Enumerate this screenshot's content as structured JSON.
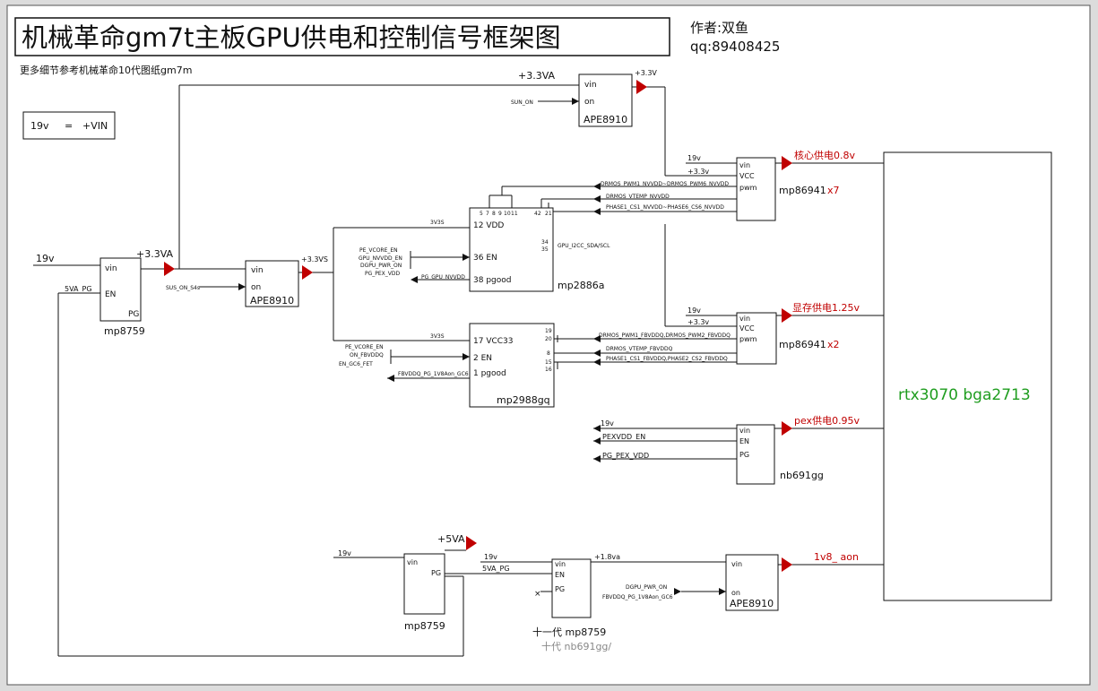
{
  "title": "机械革命gm7t主板GPU供电和控制信号框架图",
  "subtitle": "更多细节参考机械革命10代图纸gm7m",
  "author": "作者:双鱼",
  "qq": "qq:89408425",
  "legend": {
    "left": "19v",
    "eq": "=",
    "right": "+VIN"
  },
  "chips": {
    "mp8759_a": {
      "name": "mp8759",
      "pins": [
        "vin",
        "EN",
        "PG"
      ]
    },
    "ape8910_a": {
      "name": "APE8910",
      "pins": [
        "vin",
        "on"
      ]
    },
    "ape8910_b": {
      "name": "APE8910",
      "pins": [
        "vin",
        "on"
      ]
    },
    "mp2886a": {
      "name": "mp2886a",
      "pins": [
        "12 VDD",
        "36 EN",
        "38 pgood",
        "34",
        "35",
        "42",
        "21",
        "5",
        "7",
        "8",
        "9",
        "10",
        "11"
      ]
    },
    "mp2988gq": {
      "name": "mp2988gq",
      "pins": [
        "17 VCC33",
        "2 EN",
        "1 pgood",
        "19",
        "20",
        "8",
        "15",
        "16"
      ]
    },
    "mp86941_a": {
      "name": "mp86941",
      "mult": "x7",
      "pins": [
        "vin",
        "VCC",
        "pwm"
      ]
    },
    "mp86941_b": {
      "name": "mp86941",
      "mult": "x2",
      "pins": [
        "vin",
        "VCC",
        "pwm"
      ]
    },
    "nb691gg": {
      "name": "nb691gg",
      "pins": [
        "vin",
        "EN",
        "PG"
      ]
    },
    "mp8759_b": {
      "name": "mp8759",
      "pins": [
        "vin",
        "PG"
      ]
    },
    "mp8759_c": {
      "name": "十一代  mp8759",
      "alt": "十代 nb691gg/",
      "pins": [
        "vin",
        "EN",
        "PG"
      ]
    },
    "ape8910_c": {
      "name": "APE8910",
      "pins": [
        "vin",
        "on"
      ]
    },
    "gpu": {
      "name": "rtx3070 bga2713"
    }
  },
  "nets": {
    "in_19v": "19v",
    "v33va_1": "+3.3VA",
    "v33va_2": "+3.3VA",
    "v33vs": "+3.3VS",
    "v33v": "+3.3V",
    "sus_on": "SUS_ON_S4s",
    "sun_on": "SUN_ON",
    "pg5va": "5VA_PG",
    "v3vs_a": "3V3S",
    "v3vs_b": "3V3S",
    "pe_vcore_en": "PE_VCORE_EN",
    "gpu_nvvdd_en": "GPU_NVVDD_EN",
    "dgpu_pwr_on": "DGPU_PWR_ON",
    "pg_pex_vdd": "PG_PEX_VDD",
    "pg_gpu_nvvdd": "PG_GPU_NVVDD",
    "gpu_i2c": "GPU_I2CC_SDA/SCL",
    "pe_vcore_en2": "PE_VCORE_EN",
    "on_fbvddq": "ON_FBVDDQ",
    "en_gc6_fet": "EN_GC6_FET",
    "fbvddq_pg": "FBVDDQ_PG_1V8Aon_GC6",
    "drmos_pwm1_nv": "DRMOS_PWM1_NVVDD~DRMOS_PWM6_NVVDD",
    "drmos_vtemp_nv": "DRMOS_VTEMP_NVVDD",
    "phase_cs_nv": "PHASE1_CS1_NVVDD~PHASE6_CS6_NVVDD",
    "drmos_pwm_fb": "DRMOS_PWM1_FBVDDQ,DRMOS_PWM2_FBVDDQ",
    "drmos_vtemp_fb": "DRMOS_VTEMP_FBVDDQ",
    "phase_cs_fb": "PHASE1_CS1_FBVDDQ,PHASE2_CS2_FBVDDQ",
    "v19_a": "19v",
    "v33_a": "+3.3v",
    "v19_b": "19v",
    "v33_b": "+3.3v",
    "v19_c": "19v",
    "pexvdd_en": "PEXVDD_EN",
    "pg_pex_vdd2": "PG_PEX_VDD",
    "v19_d": "19v",
    "v5va": "+5VA",
    "v19_e": "19v",
    "pg5va_b": "5VA_PG",
    "v18va": "+1.8va",
    "dgpu_pwr_on2": "DGPU_PWR_ON",
    "fbvddq_pg2": "FBVDDQ_PG_1V8Aon_GC6",
    "core_out": "核心供电0.8v",
    "mem_out": "显存供电1.25v",
    "pex_out": "pex供电0.95v",
    "aon_out": "1v8_ aon"
  }
}
